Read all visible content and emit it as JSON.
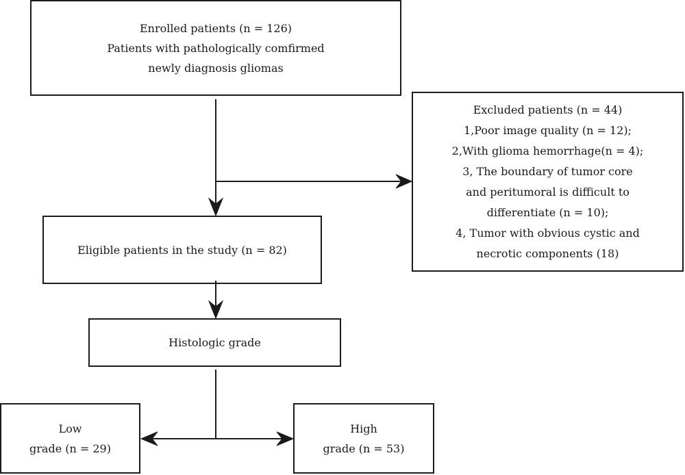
{
  "boxes": {
    "enrolled": {
      "lines": [
        "Enrolled patients (n = 126)",
        "Patients with pathologically comfirmed",
        "newly diagnosis gliomas"
      ]
    },
    "excluded": {
      "lines": [
        "Excluded patients (n = 44)",
        "1,Poor image quality (n = 12);",
        "2,With glioma hemorrhage(n = 4);",
        "3, The boundary of tumor core",
        "and peritumoral is difficult to",
        "differentiate (n = 10);",
        "4, Tumor with obvious cystic and",
        "necrotic components (18)"
      ]
    },
    "eligible": {
      "lines": [
        "Eligible patients in the study (n = 82)"
      ]
    },
    "histologic": {
      "lines": [
        "Histologic grade"
      ]
    },
    "low": {
      "lines": [
        "Low",
        "grade (n = 29)"
      ]
    },
    "high": {
      "lines": [
        "High",
        "grade (n = 53)"
      ]
    }
  }
}
